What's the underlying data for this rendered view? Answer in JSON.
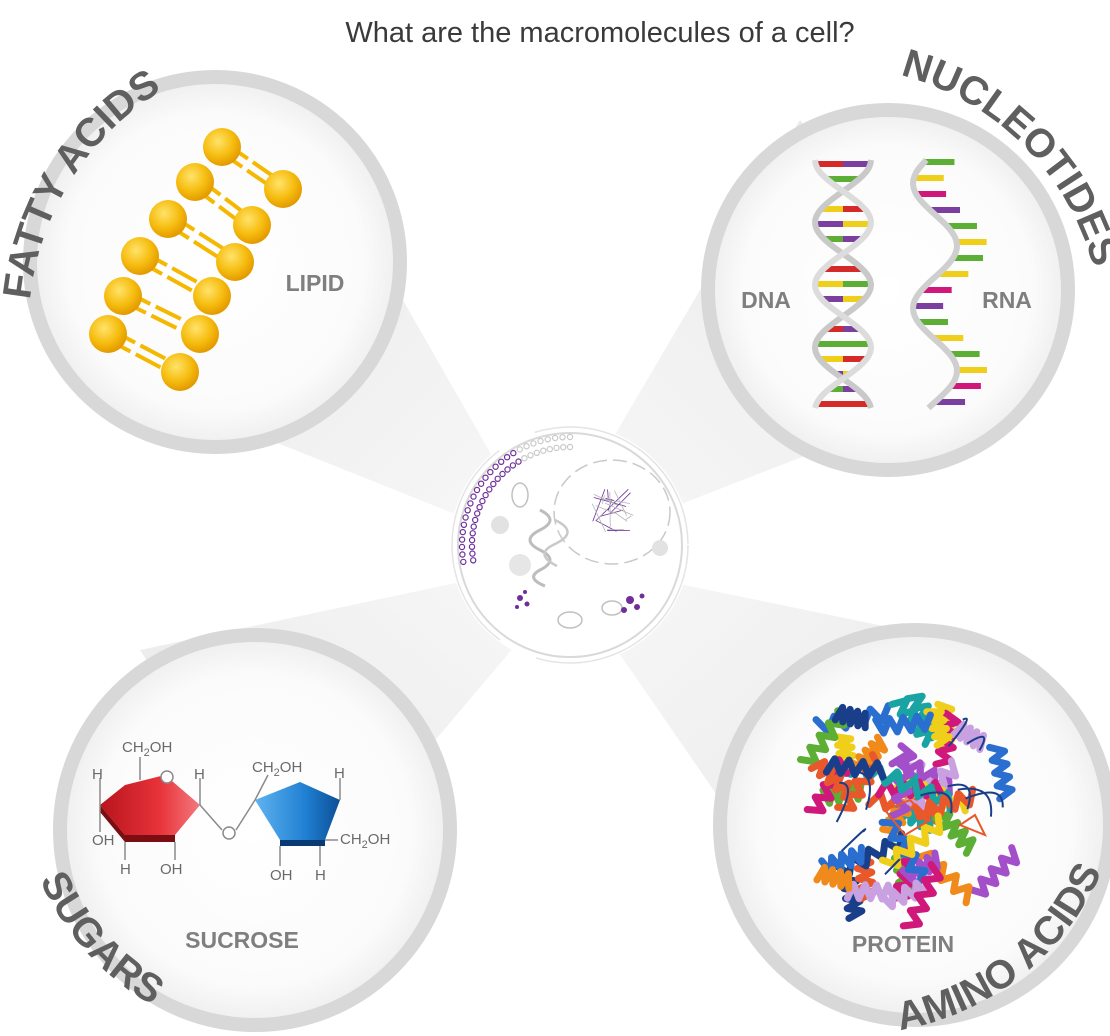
{
  "title": "What are the macromolecules of a cell?",
  "quadrants": {
    "top_left": {
      "arc_label": "FATTY ACIDS",
      "inner_label": "LIPID"
    },
    "top_right": {
      "arc_label": "NUCLEOTIDES",
      "inner_labels": [
        "DNA",
        "RNA"
      ]
    },
    "bottom_left": {
      "arc_label": "SUGARS",
      "inner_label": "SUCROSE"
    },
    "bottom_right": {
      "arc_label": "AMINO ACIDS",
      "inner_label": "PROTEIN"
    }
  },
  "sucrose_labels": {
    "ch2oh": "CH",
    "two": "2",
    "oh": "OH",
    "h": "H",
    "o": "O"
  },
  "colors": {
    "title": "#3a3a3a",
    "arc_label": "#5f5f5f",
    "inner_label": "#7f7f7f",
    "lipid": "#f5b800",
    "dna_red": "#d42a2a",
    "dna_green": "#5cae34",
    "dna_yellow": "#f0cf1a",
    "dna_purple": "#7b3fa0",
    "rna_magenta": "#d0187a",
    "sugar_red": "#e8333a",
    "sugar_blue": "#1f7fd1",
    "cell_purple": "#6e2f9a"
  }
}
